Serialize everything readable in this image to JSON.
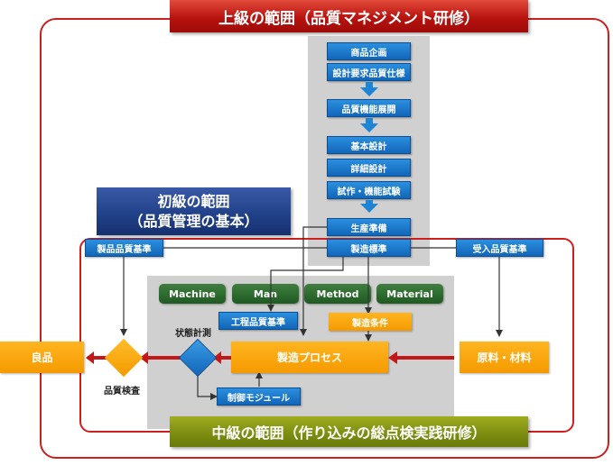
{
  "advanced_scope": "上級の範囲（品質マネジメント研修）",
  "intermediate_scope": "中級の範囲（作り込みの総点検実践研修）",
  "basic_scope": {
    "line1": "初級の範囲",
    "line2": "（品質管理の基本）"
  },
  "design_flow": [
    "商品企画",
    "設計要求品質仕様",
    "品質機能展開",
    "基本設計",
    "詳細設計",
    "試作・機能試験",
    "生産準備",
    "製造標準"
  ],
  "standards": {
    "product": "製品品質基準",
    "incoming": "受入品質基準"
  },
  "four_m": [
    "Machine",
    "Man",
    "Method",
    "Material"
  ],
  "process": {
    "process_quality_std": "工程品質基準",
    "manufacturing_conditions": "製造条件",
    "state_measurement": "状態計測",
    "manufacturing_process": "製造プロセス",
    "control_module": "制御モジュール",
    "quality_inspection": "品質検査",
    "good_product": "良品",
    "raw_materials": "原料・材料"
  },
  "colors": {
    "red": "#cc1f1f",
    "blue": "#1266b8",
    "orange": "#f5a000",
    "green": "#2a6a2c",
    "olive": "#7d8e12",
    "navy": "#1f3f86"
  }
}
